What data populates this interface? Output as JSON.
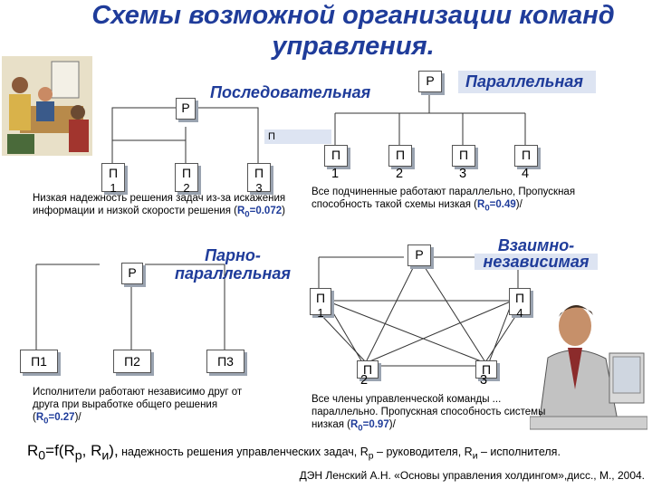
{
  "title": "Схемы возможной организации команд управления.",
  "sequential": {
    "label": "Последовательная",
    "leader": "Р",
    "members": [
      {
        "name": "П",
        "num": "1"
      },
      {
        "name": "П",
        "num": "2"
      },
      {
        "name": "П",
        "num": "3"
      }
    ],
    "note_text": "Низкая надежность решения задач из-за искажения информации и низкой скорости решения (",
    "note_r": "R",
    "note_sub": "0",
    "note_val": "=0.072",
    "note_end": ")"
  },
  "parallel": {
    "label": "Параллельная",
    "leader": "Р",
    "small_box": "П",
    "members": [
      {
        "name": "П",
        "num": "1"
      },
      {
        "name": "П",
        "num": "2"
      },
      {
        "name": "П",
        "num": "3"
      },
      {
        "name": "П",
        "num": "4"
      }
    ],
    "note_text": "Все подчиненные работают параллельно, Пропускная способность такой схемы низкая (",
    "note_r": "R",
    "note_sub": "0",
    "note_val": "=0.49",
    "note_end": ")/"
  },
  "pair_parallel": {
    "label_line1": "Парно-",
    "label_line2": "параллельная",
    "leader": "Р",
    "members": [
      "П1",
      "П2",
      "П3"
    ],
    "note_text": "Исполнители работают независимо друг от друга при выработке общего решения (",
    "note_r": "R",
    "note_sub": "0",
    "note_val": "=0.27",
    "note_end": ")/"
  },
  "independent": {
    "label_line1": "Взаимно-",
    "label_line2": "независимая",
    "leader": "Р",
    "members": [
      {
        "name": "П",
        "num": "1"
      },
      {
        "name": "П",
        "num": "4"
      },
      {
        "name": "П",
        "num": "2"
      },
      {
        "name": "П",
        "num": "3"
      }
    ],
    "note_text": "Все члены управленческой команды ... параллельно. Пропускная способность системы низкая (",
    "note_r": "R",
    "note_sub": "0",
    "note_val": "=0.97",
    "note_end": ")/"
  },
  "formula": {
    "r0": "R",
    "r0_sub": "0",
    "eq": "=f(R",
    "rp_sub": "р",
    "comma": ", R",
    "ri_sub": "и",
    "close": "),",
    "text": " надежность решения управленческих задач, R",
    "t_rp_sub": "р",
    "t_mid": " – руководителя, R",
    "t_ri_sub": "и",
    "t_end": " – исполнителя."
  },
  "source": "ДЭН Ленский А.Н. «Основы управления холдингом»,дисс., М., 2004.",
  "colors": {
    "accent": "#1f3c9a",
    "label_bg": "#dde4f2"
  }
}
